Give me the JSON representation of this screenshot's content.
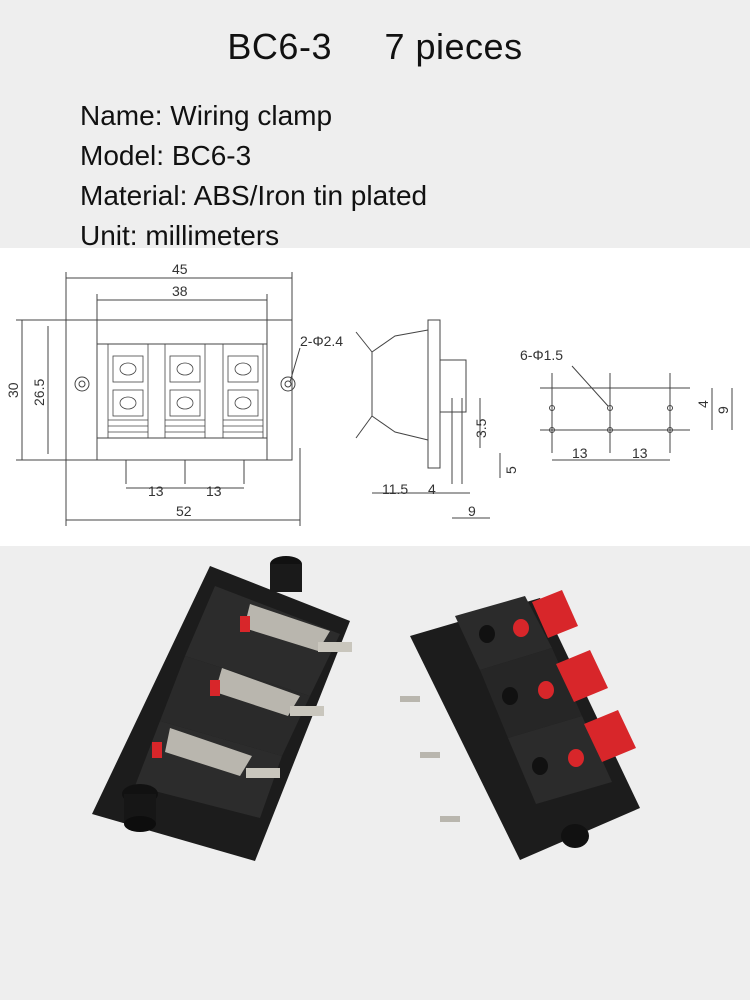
{
  "header": {
    "model": "BC6-3",
    "quantity": "7 pieces"
  },
  "specs": [
    {
      "label": "Name",
      "value": "Wiring clamp"
    },
    {
      "label": "Model",
      "value": "BC6-3"
    },
    {
      "label": "Material",
      "value": "ABS/Iron tin plated"
    },
    {
      "label": "Unit",
      "value": "millimeters"
    }
  ],
  "drawing": {
    "front": {
      "width_outer": "45",
      "width_inner": "38",
      "height_outer": "30",
      "height_inner": "26.5",
      "mount_hole": "2-Φ2.4",
      "pin_pitch_a": "13",
      "pin_pitch_b": "13",
      "overall_width": "52"
    },
    "side": {
      "depth_a": "11.5",
      "depth_b": "4",
      "pin_offset": "3.5",
      "pin_length": "5",
      "pin_base": "9"
    },
    "footprint": {
      "holes": "6-Φ1.5",
      "row_pitch": "4",
      "row_span": "9",
      "col_pitch_a": "13",
      "col_pitch_b": "13"
    }
  },
  "colors": {
    "background": "#eeeeee",
    "drawing_bg": "#ffffff",
    "line": "#444444",
    "housing": "#1c1c1c",
    "lever": "#d8262a",
    "terminal": "#b9b6ae"
  }
}
